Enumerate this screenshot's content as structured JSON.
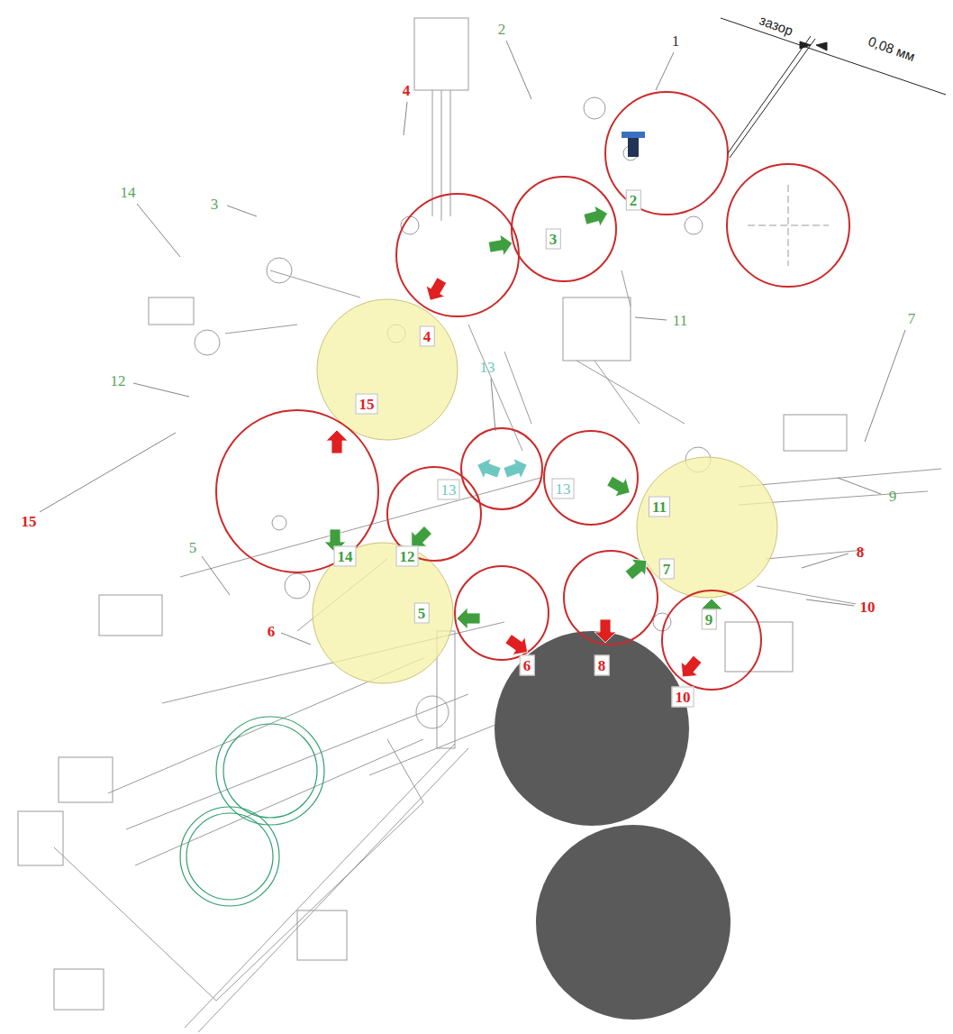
{
  "diagram": {
    "labels": [
      "зазор",
      "0,08 мм",
      "1",
      "2",
      "2",
      "4",
      "3",
      "14",
      "3",
      "4",
      "11",
      "12",
      "13",
      "15",
      "13",
      "13",
      "11",
      "7",
      "9",
      "15",
      "14",
      "12",
      "8",
      "5",
      "7",
      "10",
      "9",
      "5",
      "6",
      "6",
      "8",
      "10"
    ]
  }
}
